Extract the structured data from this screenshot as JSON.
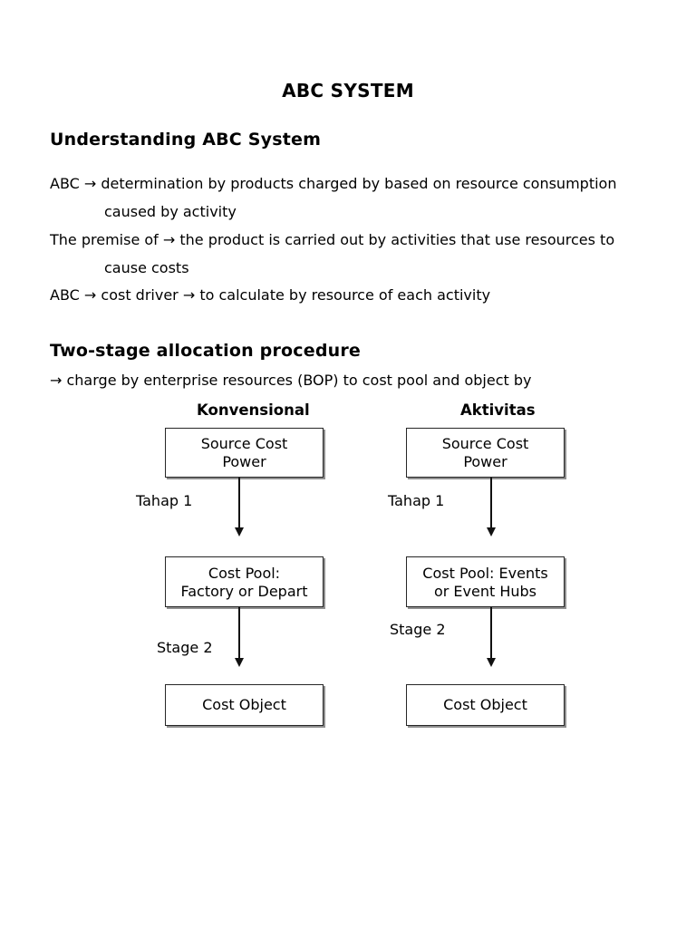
{
  "page": {
    "title": "ABC SYSTEM"
  },
  "sections": {
    "understanding": {
      "heading": "Understanding ABC System",
      "lines": [
        "ABC → determination by products charged by based on resource consumption",
        "caused by activity",
        "The premise of → the product is carried out by activities that use resources to",
        "cause costs",
        "ABC → cost driver → to calculate by resource of each activity"
      ]
    },
    "two_stage": {
      "heading": "Two-stage allocation procedure",
      "intro": "→ charge by enterprise resources (BOP) to cost pool and object by"
    }
  },
  "diagram": {
    "columns": [
      {
        "header": "Konvensional",
        "stage1_label": "Tahap 1",
        "stage2_label": "Stage 2",
        "boxes": [
          {
            "lines": [
              "Source Cost",
              "Power"
            ]
          },
          {
            "lines": [
              "Cost Pool:",
              "Factory or Depart"
            ]
          },
          {
            "lines": [
              "Cost Object"
            ]
          }
        ]
      },
      {
        "header": "Aktivitas",
        "stage1_label": "Tahap 1",
        "stage2_label": "Stage 2",
        "boxes": [
          {
            "lines": [
              "Source Cost",
              "Power"
            ]
          },
          {
            "lines": [
              "Cost Pool: Events",
              "or Event Hubs"
            ]
          },
          {
            "lines": [
              "Cost Object"
            ]
          }
        ]
      }
    ]
  }
}
